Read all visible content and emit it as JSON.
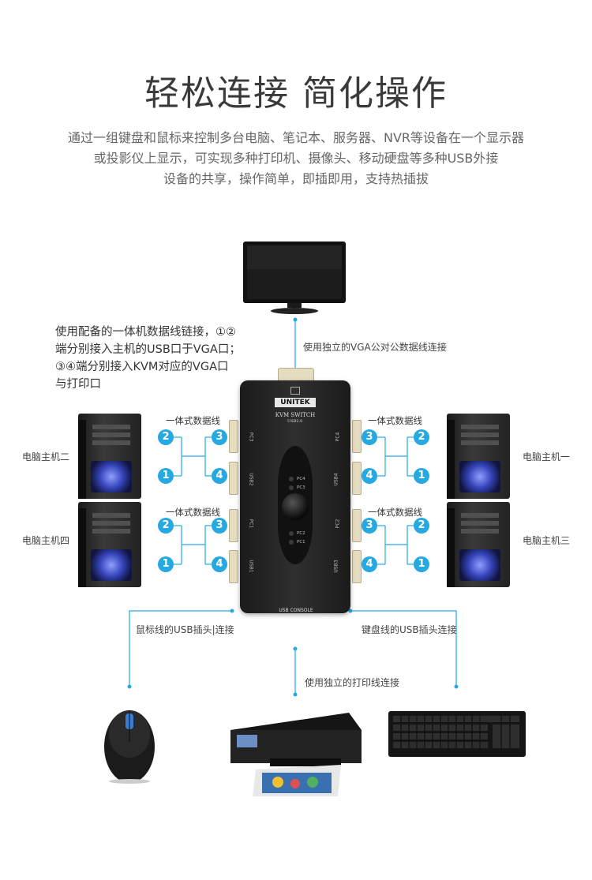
{
  "title": "轻松连接 简化操作",
  "description": [
    "通过一组键盘和鼠标来控制多台电脑、笔记本、服务器、NVR等设备在一个显示器",
    "或投影仪上显示，可实现多种打印机、摄像头、移动硬盘等多种USB外接",
    "设备的共享，操作简单，即插即用，支持热插拔"
  ],
  "note": [
    "使用配备的一体机数据线链接，①②",
    "端分别接入主机的USB口于VGA口；",
    "③④端分别接入KVM对应的VGA口",
    "与打印口"
  ],
  "labels": {
    "vga_cable": "使用独立的VGA公对公数据线连接",
    "integrated_cable": "一体式数据线",
    "pc_1": "电脑主机一",
    "pc_2": "电脑主机二",
    "pc_3": "电脑主机三",
    "pc_4": "电脑主机四",
    "mouse_usb": "鼠标线的USB插头|连接",
    "keyboard_usb": "键盘线的USB插头连接",
    "printer_cable": "使用独立的打印线连接"
  },
  "port_numbers": {
    "one": "1",
    "two": "2",
    "three": "3",
    "four": "4"
  },
  "kvm": {
    "brand": "UNITEK",
    "model": "KVM  SWITCH",
    "version": "USB2.0",
    "console": "USB CONSOLE",
    "pc1": "PC1",
    "pc2": "PC2",
    "pc3": "PC3",
    "pc4": "PC4",
    "usb1": "USB1",
    "usb2": "USB2",
    "usb3": "USB3",
    "usb4": "USB4"
  },
  "colors": {
    "accent": "#25a9e0",
    "title": "#3a3a3a",
    "text": "#666666"
  }
}
